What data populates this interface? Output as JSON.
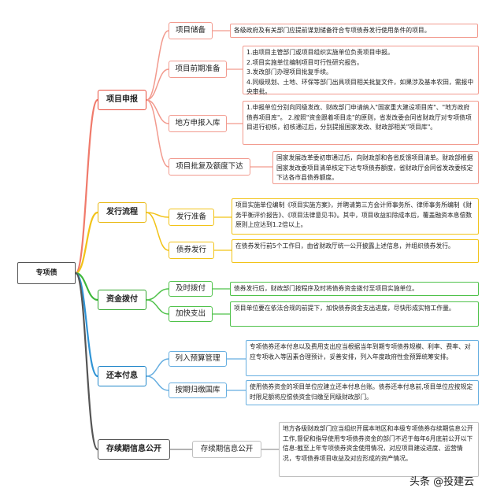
{
  "root": "专项债",
  "branches": [
    {
      "title": "项目申报",
      "color": "#e84b3a",
      "items": [
        {
          "label": "项目储备",
          "text": "各级政府及有关部门应提前谋划储备符合专项债券发行使用条件的项目。"
        },
        {
          "label": "项目前期准备",
          "text": "1.由项目主管部门或项目组织实施单位负责项目申报。\n2.项目实施单位编制项目可行性研究报告。\n3.发改部门办理项目批复手续。\n4.同级规划、土地、环保等部门出具项目相关批复文件，如果涉及基本农田，需报中央审批。"
        },
        {
          "label": "地方申报入库",
          "text": "1.申报单位分别向同级发改、财政部门申请纳入\"国家重大建设项目库\"、\"地方政府债券项目库\"。\n2.按照\"资金跟着项目走\"的原则，省发改委会同省财政厅对专项债项目进行初核，初核通过后，分别提报国家发改、财政部相关\"项目库\"。"
        },
        {
          "label": "项目批复及额度下达",
          "text": "国家发展改革委初审通过后，向财政部和各省反馈项目清单。财政部根据国家发改委项目清单核定下达专项债券额度，省财政厅会同省发改委核定下达各市县债券额度。"
        }
      ]
    },
    {
      "title": "发行流程",
      "color": "#e8b70d",
      "items": [
        {
          "label": "发行准备",
          "text": "项目实施单位编制《项目实施方案》，并聘请第三方会计师事务所、律师事务所编制《财务平衡评价报告》、《项目法律意见书》。其中，项目收益扣除成本后，覆盖融资本息偿数原则上应达到1.2倍以上。"
        },
        {
          "label": "债券发行",
          "text": "在债券发行前5个工作日，由省财政厅统一公开披露上述信息，并组织债券发行。"
        }
      ]
    },
    {
      "title": "资金拨付",
      "color": "#2ea52a",
      "items": [
        {
          "label": "及时拨付",
          "text": "债券发行后，财政部门按程序及时将债券资金拨付至项目实施单位。"
        },
        {
          "label": "加快支出",
          "text": "项目单位要在依法合规的前提下，加快债券资金支出进度，尽快形成实物工作量。"
        }
      ]
    },
    {
      "title": "还本付息",
      "color": "#1f86c9",
      "items": [
        {
          "label": "列入预算管理",
          "text": "专项债券还本付息以及费用支出应当根据当年到期专项债券规模、利率、费率、对应专项收入等因素合理预计，妥善安排，列入年度政府性金预算统筹安排。"
        },
        {
          "label": "按期归缴国库",
          "text": "使用债券资金的项目单位应建立还本付息台账。债券还本付息前,项目单位应按规定时限足额将应偿债资金归缴至同级财政部门。"
        }
      ]
    },
    {
      "title": "存续期信息公开",
      "color": "#555555",
      "items": [
        {
          "label": "存续期信息公开",
          "text": "地方各级财政部门应当组织开展本地区和本级专项债券存续期信息公开工作,督促和指导使用专项债券资金的部门不迟于每年6月底前公开以下信息:截至上年专项债券资金使用情况，对应项目建设进度、运营情况，专项债券项目收益及对应形成的资产情况。"
        }
      ]
    }
  ],
  "watermark": "头条 @投建云"
}
